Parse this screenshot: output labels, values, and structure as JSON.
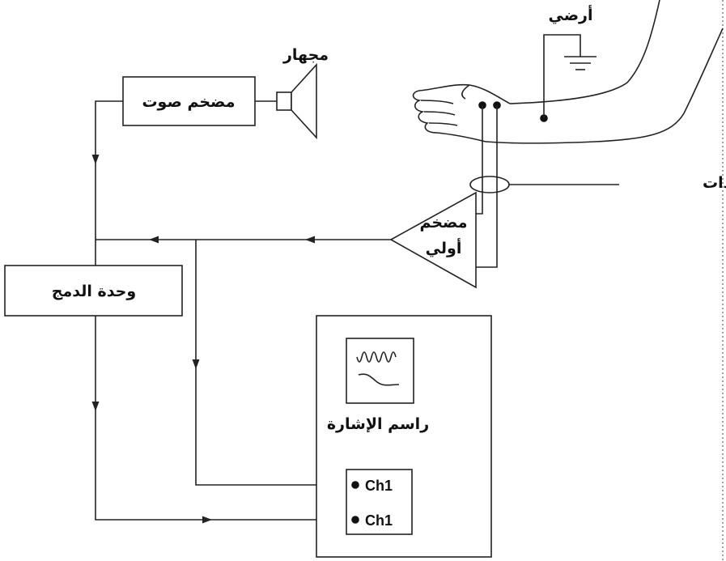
{
  "labels": {
    "ground": "أرضي",
    "speaker": "مجهار",
    "audio_amplifier": "مضخم صوت",
    "electrodes": "اليكترودات",
    "preamp_line1": "مضخم",
    "preamp_line2": "أولي",
    "integration_unit": "وحدة الدمج",
    "oscilloscope": "راسم الإشارة",
    "channel_1": "Ch1",
    "channel_2": "Ch1"
  }
}
